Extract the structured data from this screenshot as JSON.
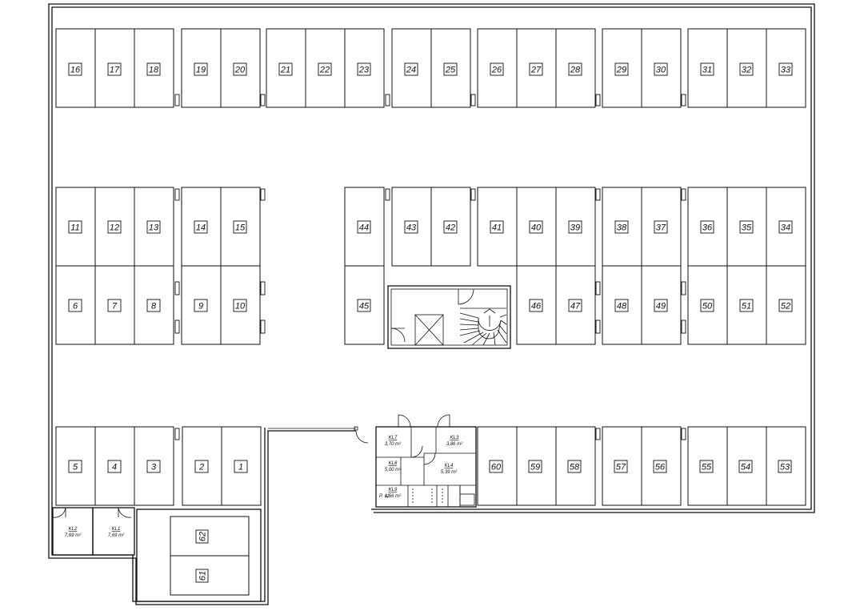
{
  "spaces": {
    "row_top": [
      "16",
      "17",
      "18",
      "19",
      "20",
      "21",
      "22",
      "23",
      "24",
      "25",
      "26",
      "27",
      "28",
      "29",
      "30",
      "31",
      "32",
      "33"
    ],
    "row_mid_upper": [
      "11",
      "12",
      "13",
      "14",
      "15",
      "44",
      "43",
      "42",
      "41",
      "40",
      "39",
      "38",
      "37",
      "36",
      "35",
      "34"
    ],
    "row_mid_lower": [
      "6",
      "7",
      "8",
      "9",
      "10",
      "45",
      "46",
      "47",
      "48",
      "49",
      "50",
      "51",
      "52"
    ],
    "row_bottom": [
      "5",
      "4",
      "3",
      "2",
      "1",
      "60",
      "59",
      "58",
      "57",
      "56",
      "55",
      "54",
      "53"
    ],
    "annex": [
      "62",
      "61"
    ]
  },
  "storage_rooms": [
    {
      "id": "KL2",
      "area": "7,69 m²"
    },
    {
      "id": "KL1",
      "area": "7,69 m²"
    },
    {
      "id": "KL7",
      "area": "3,70 m²"
    },
    {
      "id": "KL3",
      "area": "3,86 m²"
    },
    {
      "id": "KL8",
      "area": "5,00 m²"
    },
    {
      "id": "KL4",
      "area": "5,39 m²"
    },
    {
      "id": "KL9",
      "area": "1,56 m²"
    }
  ],
  "storage_note": "P. uż."
}
